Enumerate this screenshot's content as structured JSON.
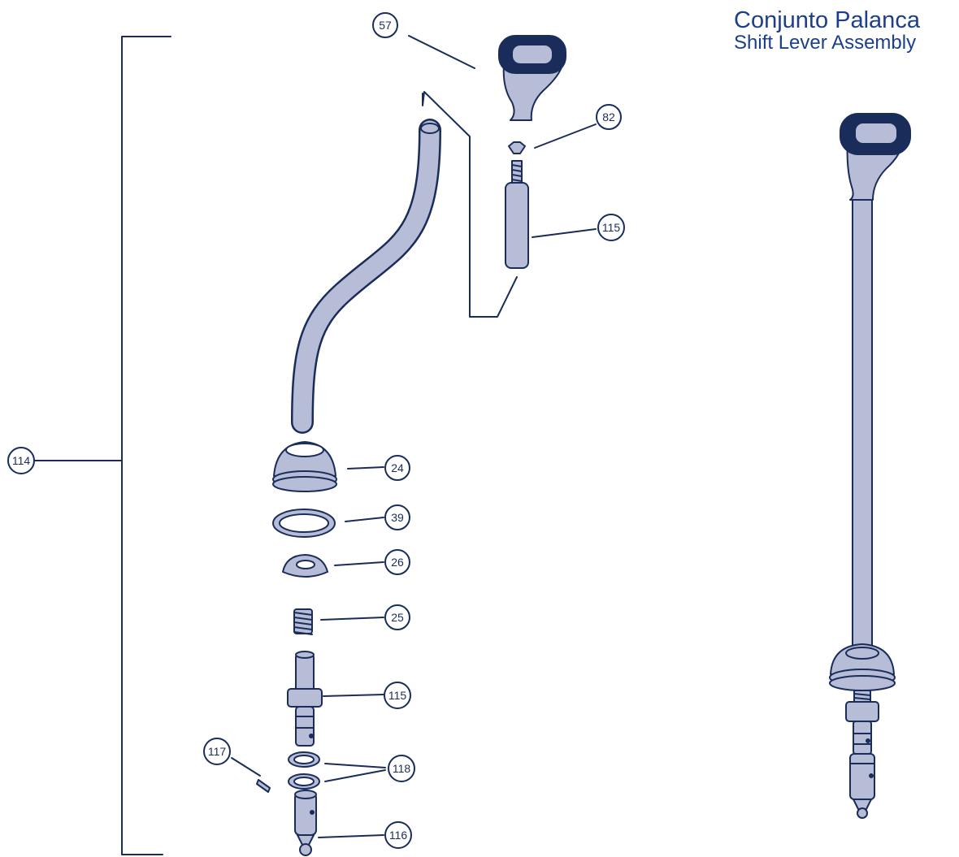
{
  "title": {
    "spanish": "Conjunto Palanca",
    "english": "Shift Lever Assembly"
  },
  "colors": {
    "line": "#1a2d5a",
    "part_fill": "#b7bdd6",
    "part_dark": "#1a2d5a",
    "title": "#1c3f8a"
  },
  "callouts": {
    "c57": "57",
    "c82": "82",
    "c115a": "115",
    "c114": "114",
    "c24": "24",
    "c39": "39",
    "c26": "26",
    "c25": "25",
    "c115b": "115",
    "c117": "117",
    "c118": "118",
    "c116": "116"
  }
}
